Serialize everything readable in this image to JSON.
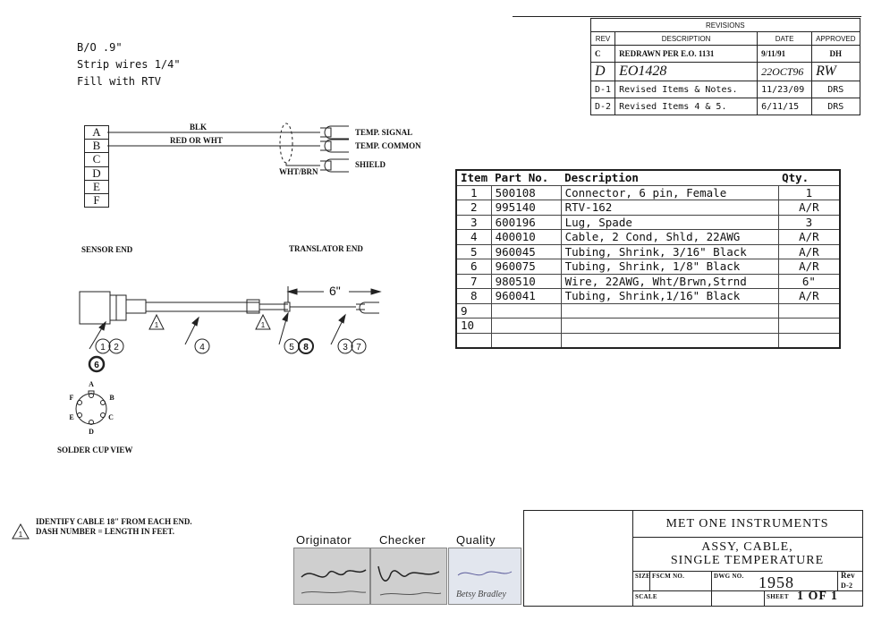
{
  "notes": [
    "B/O .9\"",
    "Strip wires 1/4\"",
    "Fill with RTV"
  ],
  "revisions": {
    "title": "REVISIONS",
    "headers": [
      "REV",
      "DESCRIPTION",
      "DATE",
      "APPROVED"
    ],
    "rows": [
      [
        "C",
        "REDRAWN PER E.O. 1131",
        "9/11/91",
        "DH"
      ],
      [
        "D",
        "EO1428",
        "22OCT96",
        "RW"
      ],
      [
        "D-1",
        "Revised Items & Notes.",
        "11/23/09",
        "DRS"
      ],
      [
        "D-2",
        "Revised Items 4 & 5.",
        "6/11/15",
        "DRS"
      ]
    ]
  },
  "wiring": {
    "pins": [
      "A",
      "B",
      "C",
      "D",
      "E",
      "F"
    ],
    "wire_blk": "BLK",
    "wire_red": "RED OR WHT",
    "wire_shield": "WHT/BRN",
    "term_signal": "TEMP. SIGNAL",
    "term_common": "TEMP. COMMON",
    "term_shield": "SHIELD"
  },
  "assembly": {
    "sensor_end": "SENSOR END",
    "translator_end": "TRANSLATOR END",
    "dimension": "6\"",
    "callouts": [
      "1",
      "2",
      "6",
      "4",
      "5",
      "8",
      "3",
      "7"
    ],
    "flag": "1"
  },
  "solder_cup": {
    "label": "SOLDER CUP VIEW",
    "pins": [
      "A",
      "B",
      "C",
      "D",
      "E",
      "F"
    ]
  },
  "parts": {
    "headers": [
      "Item",
      "Part No.",
      "Description",
      "Qty."
    ],
    "rows": [
      [
        "1",
        "500108",
        "Connector, 6 pin, Female",
        "1"
      ],
      [
        "2",
        "995140",
        "RTV-162",
        "A/R"
      ],
      [
        "3",
        "600196",
        "Lug, Spade",
        "3"
      ],
      [
        "4",
        "400010",
        "Cable, 2 Cond, Shld, 22AWG",
        "A/R"
      ],
      [
        "5",
        "960045",
        "Tubing, Shrink, 3/16\" Black",
        "A/R"
      ],
      [
        "6",
        "960075",
        "Tubing, Shrink, 1/8\" Black",
        "A/R"
      ],
      [
        "7",
        "980510",
        "Wire, 22AWG, Wht/Brwn,Strnd",
        "6\""
      ],
      [
        "8",
        "960041",
        "Tubing, Shrink,1/16\" Black",
        "A/R"
      ],
      [
        "9",
        "",
        "",
        ""
      ],
      [
        "10",
        "",
        "",
        ""
      ],
      [
        "",
        "",
        "",
        ""
      ]
    ]
  },
  "note": {
    "flag": "1",
    "line1": "IDENTIFY CABLE 18\" FROM EACH END.",
    "line2": "DASH NUMBER = LENGTH IN FEET."
  },
  "signatures": {
    "originator": "Originator",
    "checker": "Checker",
    "quality": "Quality",
    "quality_sig": "Betsy Bradley"
  },
  "title_block": {
    "company": "MET ONE INSTRUMENTS",
    "title1": "ASSY, CABLE,",
    "title2": "SINGLE TEMPERATURE",
    "size_label": "SIZE",
    "fscm_label": "FSCM NO.",
    "dwg_label": "DWG NO.",
    "dwg_no": "1958",
    "rev_label": "Rev",
    "rev": "D-2",
    "scale_label": "SCALE",
    "sheet_label": "SHEET",
    "sheet": "1 OF 1"
  }
}
